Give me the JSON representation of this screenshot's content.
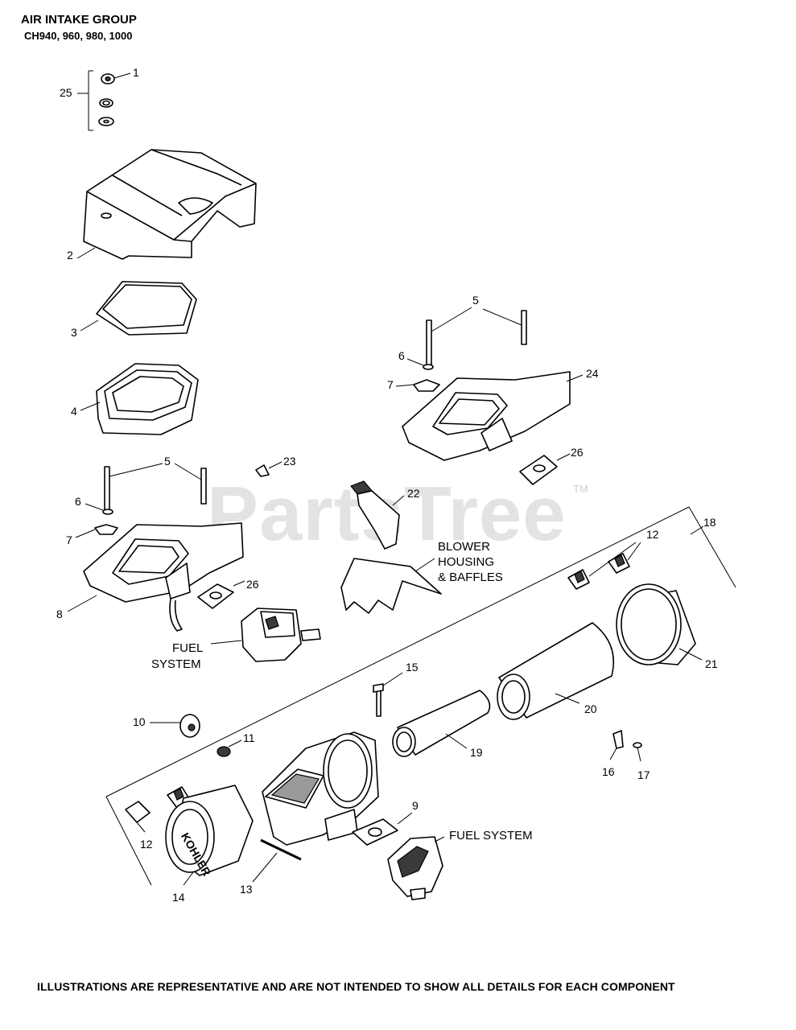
{
  "header": {
    "title": "AIR INTAKE GROUP",
    "models": "CH940, 960, 980, 1000"
  },
  "watermark": {
    "text": "PartsTree",
    "trademark": "TM"
  },
  "callouts": {
    "c1": "1",
    "c2": "2",
    "c3": "3",
    "c4": "4",
    "c5a": "5",
    "c5b": "5",
    "c6a": "6",
    "c6b": "6",
    "c7a": "7",
    "c7b": "7",
    "c8": "8",
    "c9": "9",
    "c10": "10",
    "c11": "11",
    "c12a": "12",
    "c12b": "12",
    "c13": "13",
    "c14": "14",
    "c15": "15",
    "c16": "16",
    "c17": "17",
    "c18": "18",
    "c19": "19",
    "c20": "20",
    "c21": "21",
    "c22": "22",
    "c23": "23",
    "c24": "24",
    "c25": "25",
    "c26a": "26",
    "c26b": "26"
  },
  "notes": {
    "blower_line1": "BLOWER",
    "blower_line2": "HOUSING",
    "blower_line3": "& BAFFLES",
    "fuel_left_line1": "FUEL",
    "fuel_left_line2": "SYSTEM",
    "fuel_right": "FUEL SYSTEM"
  },
  "footer": {
    "disclaimer": "ILLUSTRATIONS ARE REPRESENTATIVE AND ARE NOT INTENDED TO SHOW ALL DETAILS FOR EACH COMPONENT"
  }
}
